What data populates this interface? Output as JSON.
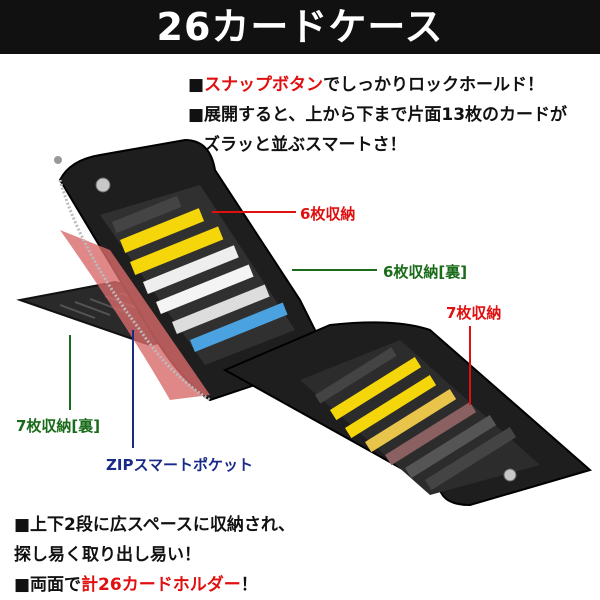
{
  "title": "26カードケース",
  "colors": {
    "red": "#e01010",
    "green": "#1a6b1a",
    "navy": "#1a2a88"
  },
  "top_text": {
    "line1_bullet": "■",
    "line1_red": "スナップボタン",
    "line1_rest": "でしっかりロックホールド！",
    "line2": "■展開すると、上から下まで片面13枚のカードが",
    "line3": "ズラッと並ぶスマートさ！"
  },
  "callouts": {
    "six_front": "6枚収納",
    "six_back": "6枚収納[裏]",
    "seven_front": "7枚収納",
    "seven_back": "7枚収納[裏]",
    "zip_pocket": "ZIPスマートポケット"
  },
  "bottom_text": {
    "line1": "■上下2段に広スペースに収納され、",
    "line2": "探し易く取り出し易い！",
    "line3_pre": "■両面で",
    "line3_red": "計26カードホルダー",
    "line3_post": "！"
  }
}
